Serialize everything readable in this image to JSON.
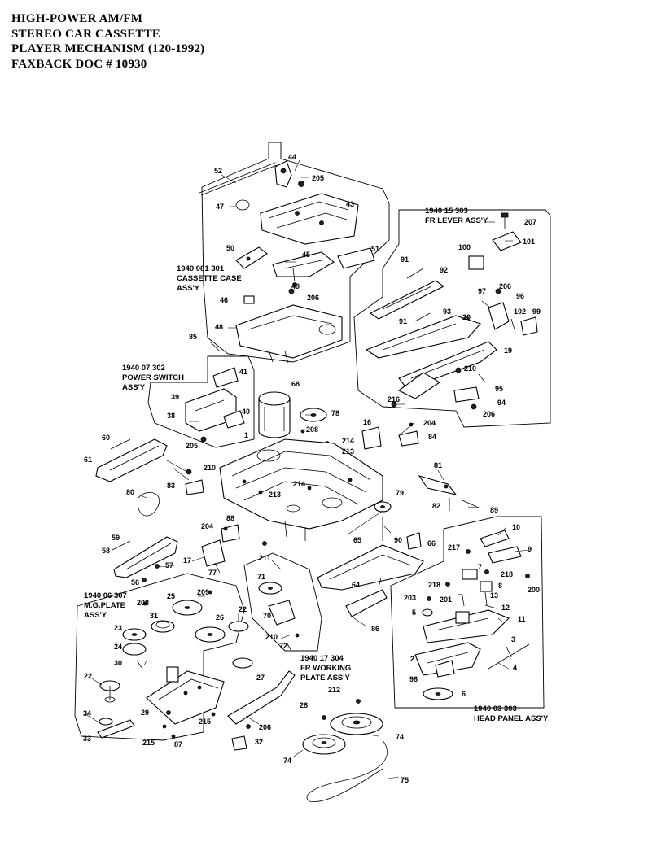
{
  "title_lines": [
    "HIGH-POWER AM/FM",
    "STEREO CAR CASSETTE",
    "PLAYER MECHANISM  (120-1992)",
    "FAXBACK DOC # 10930"
  ],
  "assemblies": {
    "cassette_case": {
      "code": "1940 081 301",
      "name_line1": "CASSETTE CASE",
      "name_line2": "ASS'Y"
    },
    "fr_lever": {
      "code": "1940 15 303",
      "name": "FR LEVER ASS'Y"
    },
    "power_switch": {
      "code": "1940 07 302",
      "name_line1": "POWER SWITCH",
      "name_line2": "ASS'Y"
    },
    "mg_plate": {
      "code": "1940 06 307",
      "name_line1": "M.G.PLATE",
      "name_line2": "ASS'Y"
    },
    "fr_working_plate": {
      "code": "1940 17 304",
      "name_line1": "FR WORKING",
      "name_line2": "PLATE ASS'Y"
    },
    "head_panel": {
      "code": "1940 03 303",
      "name": "HEAD PANEL ASS'Y"
    }
  },
  "part_labels": [
    "44",
    "52",
    "205",
    "47",
    "43",
    "50",
    "45",
    "51",
    "49",
    "46",
    "206",
    "48",
    "207",
    "100",
    "101",
    "91",
    "92",
    "97",
    "206",
    "96",
    "91",
    "93",
    "20",
    "102",
    "99",
    "19",
    "210",
    "95",
    "216",
    "94",
    "206",
    "85",
    "41",
    "39",
    "38",
    "40",
    "205",
    "68",
    "78",
    "208",
    "204",
    "16",
    "84",
    "214",
    "213",
    "1",
    "60",
    "61",
    "210",
    "83",
    "80",
    "214",
    "213",
    "81",
    "82",
    "89",
    "79",
    "65",
    "90",
    "66",
    "10",
    "9",
    "217",
    "7",
    "218",
    "218",
    "8",
    "200",
    "201",
    "13",
    "12",
    "203",
    "5",
    "11",
    "3",
    "2",
    "4",
    "98",
    "6",
    "59",
    "58",
    "57",
    "56",
    "88",
    "204",
    "17",
    "77",
    "211",
    "64",
    "86",
    "209",
    "25",
    "208",
    "31",
    "23",
    "24",
    "30",
    "26",
    "22",
    "71",
    "70",
    "210",
    "72",
    "27",
    "22",
    "34",
    "33",
    "29",
    "215",
    "87",
    "215",
    "206",
    "32",
    "28",
    "212",
    "74",
    "74",
    "75"
  ]
}
